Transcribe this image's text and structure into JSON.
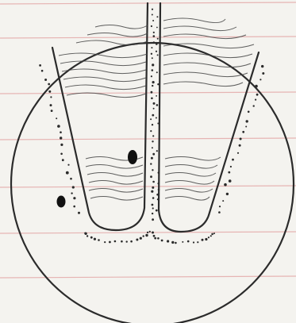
{
  "diagram": {
    "ink_color": "#2b2b2b",
    "paper_color": "#f4f3ef",
    "rule_color": "#e2a0a0",
    "elements": [
      "circular-field",
      "u-shaped-tube-left",
      "u-shaped-tube-right",
      "central-stipple-column",
      "wavy-hatching-upper",
      "wavy-hatching-lower",
      "stippled-outline",
      "dark-spots"
    ]
  }
}
